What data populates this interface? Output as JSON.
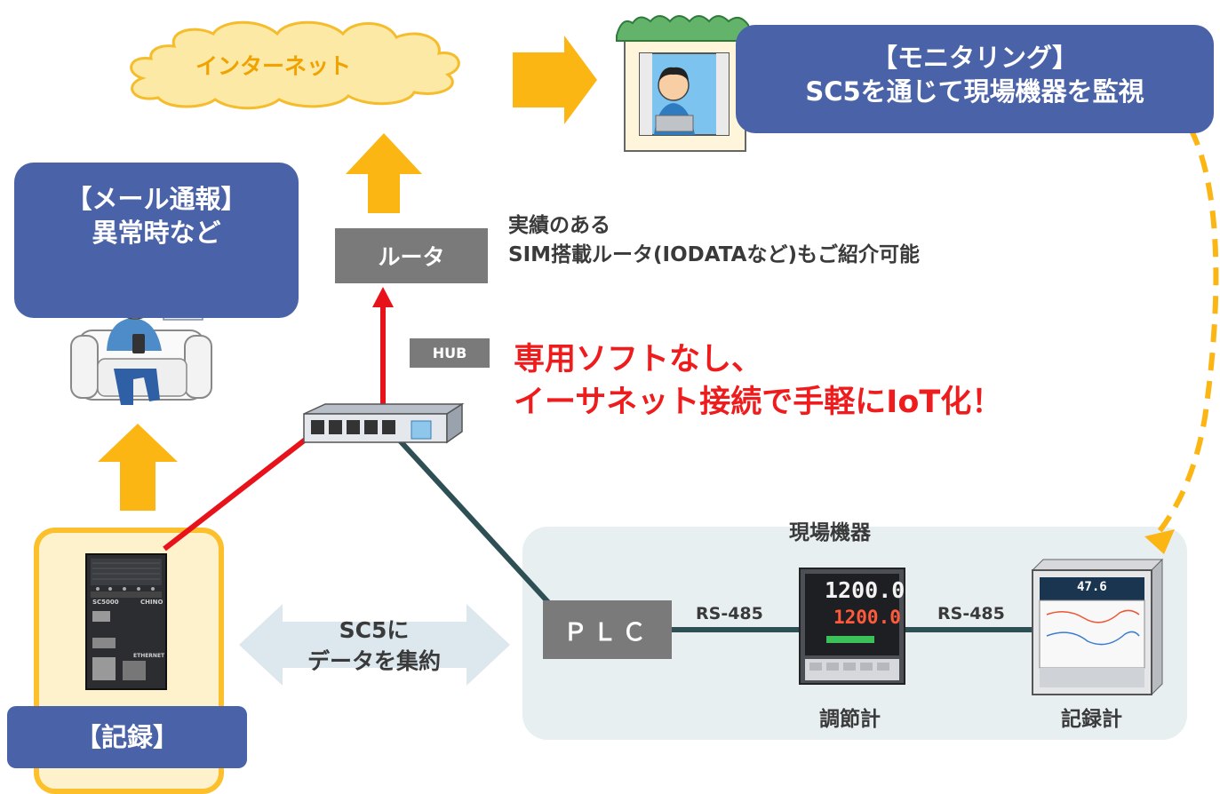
{
  "internet": {
    "label": "インターネット"
  },
  "monitoring": {
    "title": "【モニタリング】",
    "subtitle": "SC5を通じて現場機器を監視"
  },
  "mail": {
    "title": "【メール通報】",
    "subtitle": "異常時など"
  },
  "router": {
    "label": "ルータ",
    "note_line1": "実績のある",
    "note_line2": "SIM搭載ルータ(IODATAなど)もご紹介可能"
  },
  "hub": {
    "label": "HUB"
  },
  "headline": {
    "line1": "専用ソフトなし、",
    "line2": "イーサネット接続で手軽にIoT化！"
  },
  "recorder": {
    "label": "【記録】",
    "device_brand": "CHINO",
    "device_model": "SC5000",
    "port_label": "ETHERNET"
  },
  "aggregate": {
    "line1": "SC5に",
    "line2": "データを集約"
  },
  "field": {
    "title": "現場機器",
    "plc": "ＰＬＣ",
    "link1": "RS-485",
    "link2": "RS-485",
    "controller_label": "調節計",
    "chart_recorder_label": "記録計",
    "controller_pv": "1200.0",
    "controller_sv": "1200.0",
    "recorder_reading": "47.6"
  },
  "colors": {
    "blue_box": "#4a62a8",
    "gray_box": "#7a7a7a",
    "arrow_yellow": "#fcb614",
    "cloud_fill": "#fde9a6",
    "cloud_stroke": "#f5bc2c",
    "headline_red": "#ee1c1c",
    "red_cable": "#e8131a",
    "dark_cable": "#2e5055",
    "field_panel": "#e7eff1",
    "recorder_panel": "#fdf2cc",
    "recorder_border": "#fcc02d"
  }
}
